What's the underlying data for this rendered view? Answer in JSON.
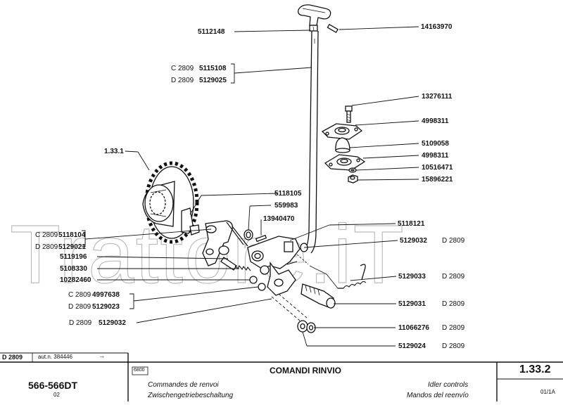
{
  "watermark": "Trattore.iT",
  "assembly_ref": "1.33.1",
  "parts": {
    "p5112148": "5112148",
    "p14163970": "14163970",
    "c2809": "C 2809",
    "d2809": "D 2809",
    "p5115108": "5115108",
    "p5129025": "5129025",
    "p13276111": "13276111",
    "p4998311a": "4998311",
    "p5109058": "5109058",
    "p4998311b": "4998311",
    "p10516471": "10516471",
    "p15896221": "15896221",
    "p5118105": "5118105",
    "p559983": "559983",
    "p13940470": "13940470",
    "p5118121": "5118121",
    "p5118104": "5118104",
    "p5129021": "5129021",
    "p5119196": "5119196",
    "p5108330": "5108330",
    "p10282460": "10282460",
    "p4997638": "4997638",
    "p5129023": "5129023",
    "p5129032a": "5129032",
    "p5129032b": "5129032",
    "p5129033": "5129033",
    "p5129031": "5129031",
    "p11066276": "11066276",
    "p5129024": "5129024"
  },
  "footer": {
    "serial_variant": "D 2809",
    "serial_text": "aut.n. 384446",
    "serial_arrow": "→",
    "model": "566-566DT",
    "model_sub": "02",
    "box_code": "6800",
    "title_it": "COMANDI RINVIO",
    "title_fr": "Commandes de renvoi",
    "title_de": "Zwischengetriebeschaltung",
    "title_en": "Idler controls",
    "title_es": "Mandos del reenvío",
    "section": "1.33.2",
    "section_sub": "01/1A"
  }
}
